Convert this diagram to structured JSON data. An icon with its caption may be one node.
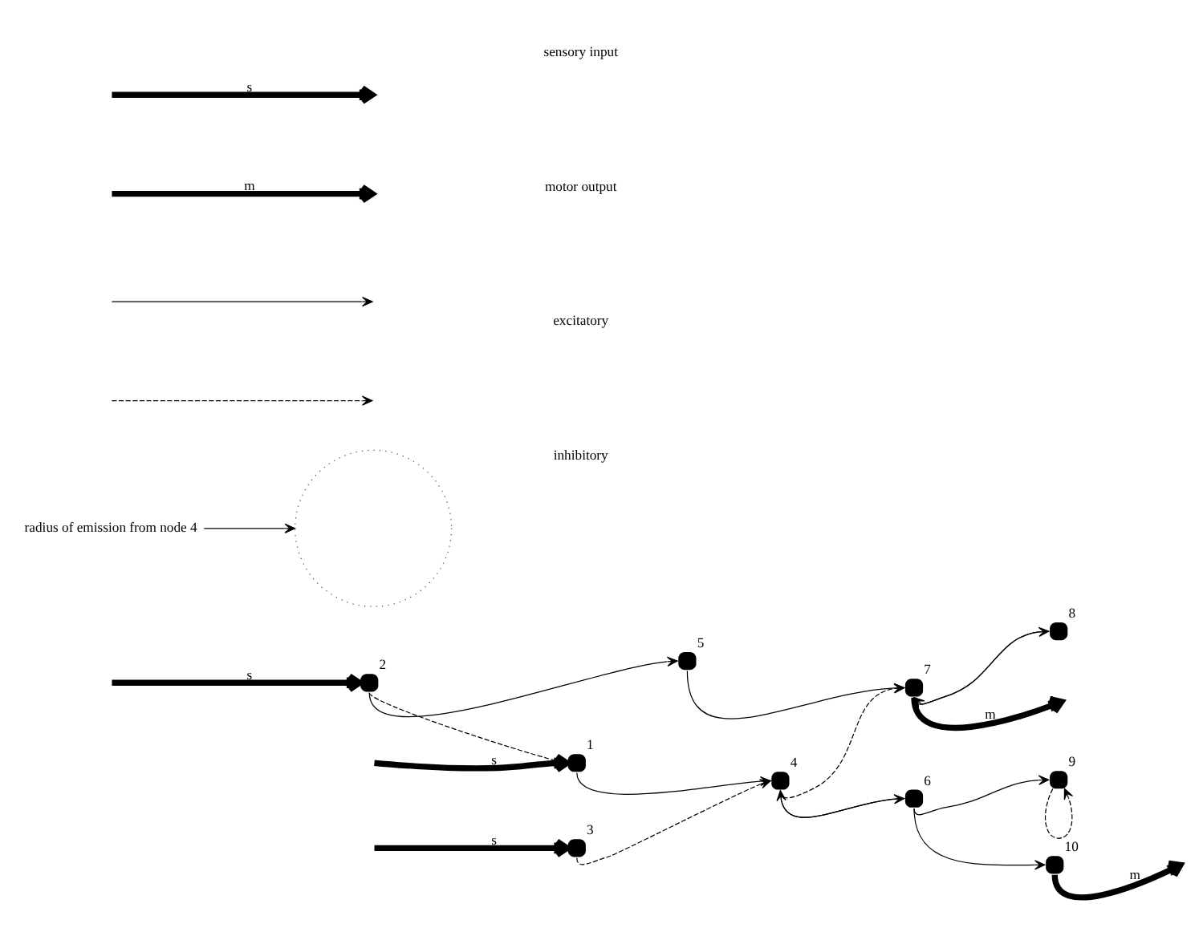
{
  "diagram": {
    "nodes": [
      {
        "text": [],
        "shape": "circle",
        "beside": [
          "1"
        ]
      },
      {
        "text": [],
        "shape": "circle",
        "beside": [
          "2"
        ]
      },
      {
        "text": [],
        "shape": "circle",
        "beside": [
          "3"
        ]
      },
      {
        "text": [],
        "shape": "circle",
        "beside": [
          "4"
        ]
      },
      {
        "text": [],
        "shape": "circle",
        "beside": [
          "5"
        ]
      },
      {
        "text": [],
        "shape": "circle",
        "beside": [
          "6"
        ]
      },
      {
        "text": [],
        "shape": "circle",
        "beside": [
          "7"
        ]
      },
      {
        "text": [],
        "shape": "circle",
        "beside": [
          "8"
        ]
      },
      {
        "text": [],
        "shape": "circle",
        "beside": [
          "9"
        ]
      },
      {
        "text": [],
        "shape": "circle",
        "beside": [
          "10"
        ]
      },
      {
        "text": [],
        "shape": "circle"
      },
      {
        "text": [
          "radius of emission from node 4"
        ]
      }
    ],
    "edges": [
      {
        "from": null,
        "to": 0,
        "arrow": "to",
        "label": "s",
        "style": "thick"
      },
      {
        "from": null,
        "to": 1,
        "arrow": "to",
        "label": "s",
        "style": "thick"
      },
      {
        "from": null,
        "to": 2,
        "arrow": "to",
        "label": "s",
        "style": "thick"
      },
      {
        "from": 0,
        "to": 3,
        "arrow": "to"
      },
      {
        "from": 1,
        "to": 0,
        "arrow": "to",
        "style": "dashed"
      },
      {
        "from": 1,
        "to": 4,
        "arrow": "to"
      },
      {
        "from": 2,
        "to": 3,
        "arrow": "to",
        "style": "dashed"
      },
      {
        "from": 3,
        "to": 5,
        "arrow": "to"
      },
      {
        "from": 5,
        "to": 3,
        "arrow": "to"
      },
      {
        "from": 3,
        "to": 6,
        "arrow": "to",
        "style": "dashed"
      },
      {
        "from": 4,
        "to": 6,
        "arrow": "to"
      },
      {
        "from": 5,
        "to": 8,
        "arrow": "to"
      },
      {
        "from": 5,
        "to": 9,
        "arrow": "to"
      },
      {
        "from": 8,
        "to": 8,
        "arrow": "to",
        "style": "dashed"
      },
      {
        "from": 6,
        "to": 7,
        "arrow": "to"
      },
      {
        "from": 7,
        "to": 6,
        "arrow": "to"
      },
      {
        "from": 6,
        "to": null,
        "arrow": "to",
        "label": "m",
        "style": "thick"
      },
      {
        "from": 9,
        "to": null,
        "arrow": "to",
        "label": "m",
        "style": "thick"
      },
      {
        "from": 11,
        "to": 10,
        "arrow": "to"
      }
    ],
    "labels": [
      "s",
      "m"
    ],
    "legend": [
      {
        "text": "sensory input"
      },
      {
        "text": "motor output"
      },
      {
        "text": "excitatory"
      },
      {
        "text": "inhibitory"
      }
    ]
  }
}
